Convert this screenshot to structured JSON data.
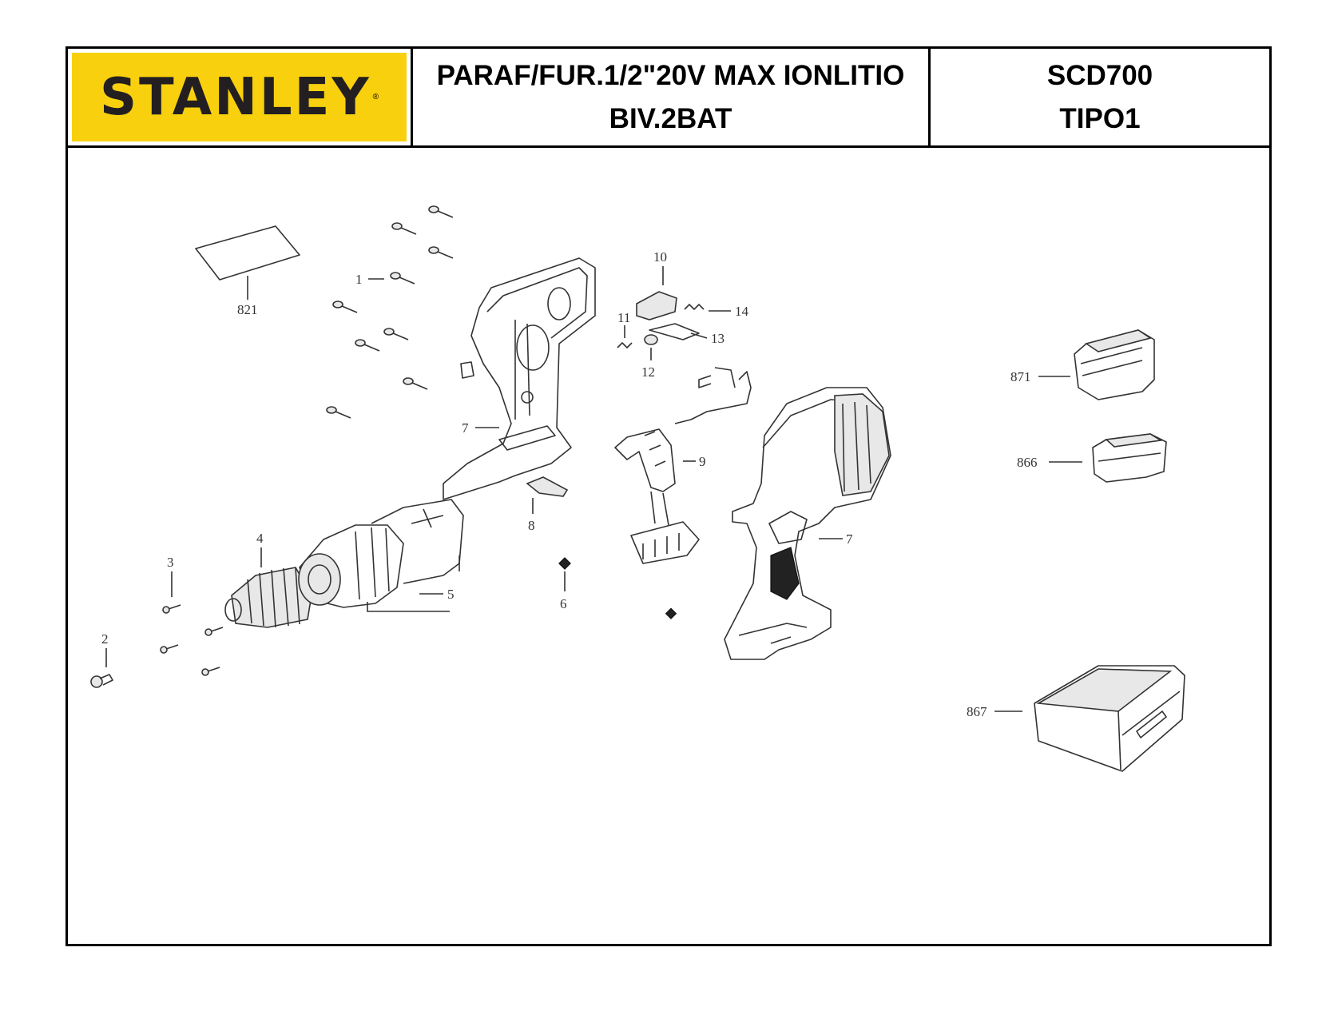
{
  "header": {
    "logo": "STANLEY",
    "description_line1": "PARAF/FUR.1/2\"20V MAX IONLITIO",
    "description_line2": "BIV.2BAT",
    "model": "SCD700",
    "type": "TIPO1"
  },
  "brand_colors": {
    "logo_yellow": "#F8D00E",
    "logo_text": "#231F20"
  },
  "callouts": {
    "c1": "1",
    "c2": "2",
    "c3": "3",
    "c4": "4",
    "c5": "5",
    "c6": "6",
    "c7a": "7",
    "c7b": "7",
    "c8": "8",
    "c9": "9",
    "c10": "10",
    "c11": "11",
    "c12": "12",
    "c13": "13",
    "c14": "14",
    "c821": "821",
    "c866": "866",
    "c867": "867",
    "c871": "871"
  }
}
